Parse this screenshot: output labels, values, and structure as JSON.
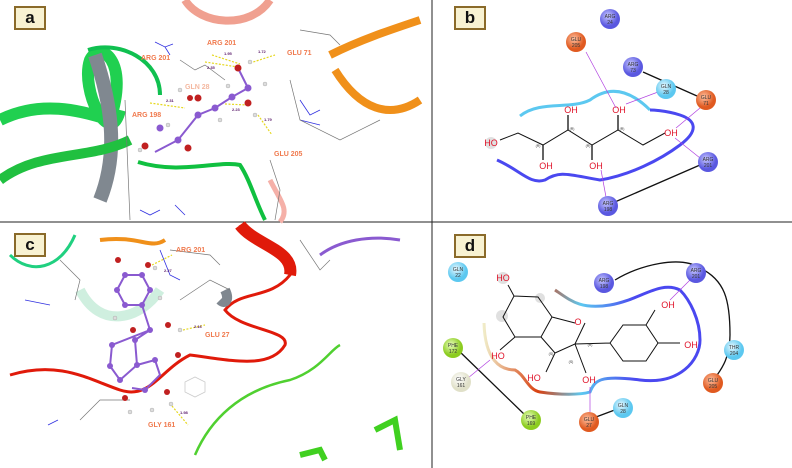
{
  "panels": {
    "a": {
      "label": "a",
      "residues": [
        "ARG 201",
        "ARG 201",
        "GLU 71",
        "GLN 28",
        "ARG 198",
        "GLU 205"
      ],
      "distances": [
        "1.95",
        "1.72",
        "2.35",
        "2.31",
        "2.23",
        "1.79"
      ]
    },
    "b": {
      "label": "b",
      "residues": [
        {
          "name": "ARG",
          "num": "24"
        },
        {
          "name": "GLU",
          "num": "205"
        },
        {
          "name": "ARG",
          "num": "73"
        },
        {
          "name": "GLN",
          "num": "28"
        },
        {
          "name": "GLU",
          "num": "71"
        },
        {
          "name": "ARG",
          "num": "201"
        },
        {
          "name": "ARG",
          "num": "198"
        }
      ],
      "atoms": [
        "HO",
        "OH",
        "OH",
        "OH",
        "OH",
        "OH"
      ],
      "stereo": [
        "(R)",
        "(R)",
        "(R)",
        "(R)"
      ]
    },
    "c": {
      "label": "c",
      "residues": [
        "ARG 201",
        "GLU 27",
        "GLY 161"
      ],
      "distances": [
        "2.27",
        "2.16",
        "1.98"
      ]
    },
    "d": {
      "label": "d",
      "residues": [
        {
          "name": "GLN",
          "num": "22"
        },
        {
          "name": "ARG",
          "num": "198"
        },
        {
          "name": "ARG",
          "num": "201"
        },
        {
          "name": "THR",
          "num": "204"
        },
        {
          "name": "GLU",
          "num": "205"
        },
        {
          "name": "PHE",
          "num": "172"
        },
        {
          "name": "GLY",
          "num": "161"
        },
        {
          "name": "PHE",
          "num": "169"
        },
        {
          "name": "GLU",
          "num": "27"
        },
        {
          "name": "GLN",
          "num": "28"
        }
      ],
      "atoms": [
        "HO",
        "OH",
        "OH",
        "HO",
        "HO",
        "OH",
        "O"
      ],
      "stereo": [
        "(S)",
        "(S)",
        "(R)"
      ]
    }
  },
  "colors": {
    "basic": "#7a78f0",
    "acidic": "#f07a4e",
    "polar": "#7ad6f2",
    "hydrophobic": "#9ad63a",
    "glycine": "#f2f2dc",
    "hbond": "#e6d820"
  }
}
